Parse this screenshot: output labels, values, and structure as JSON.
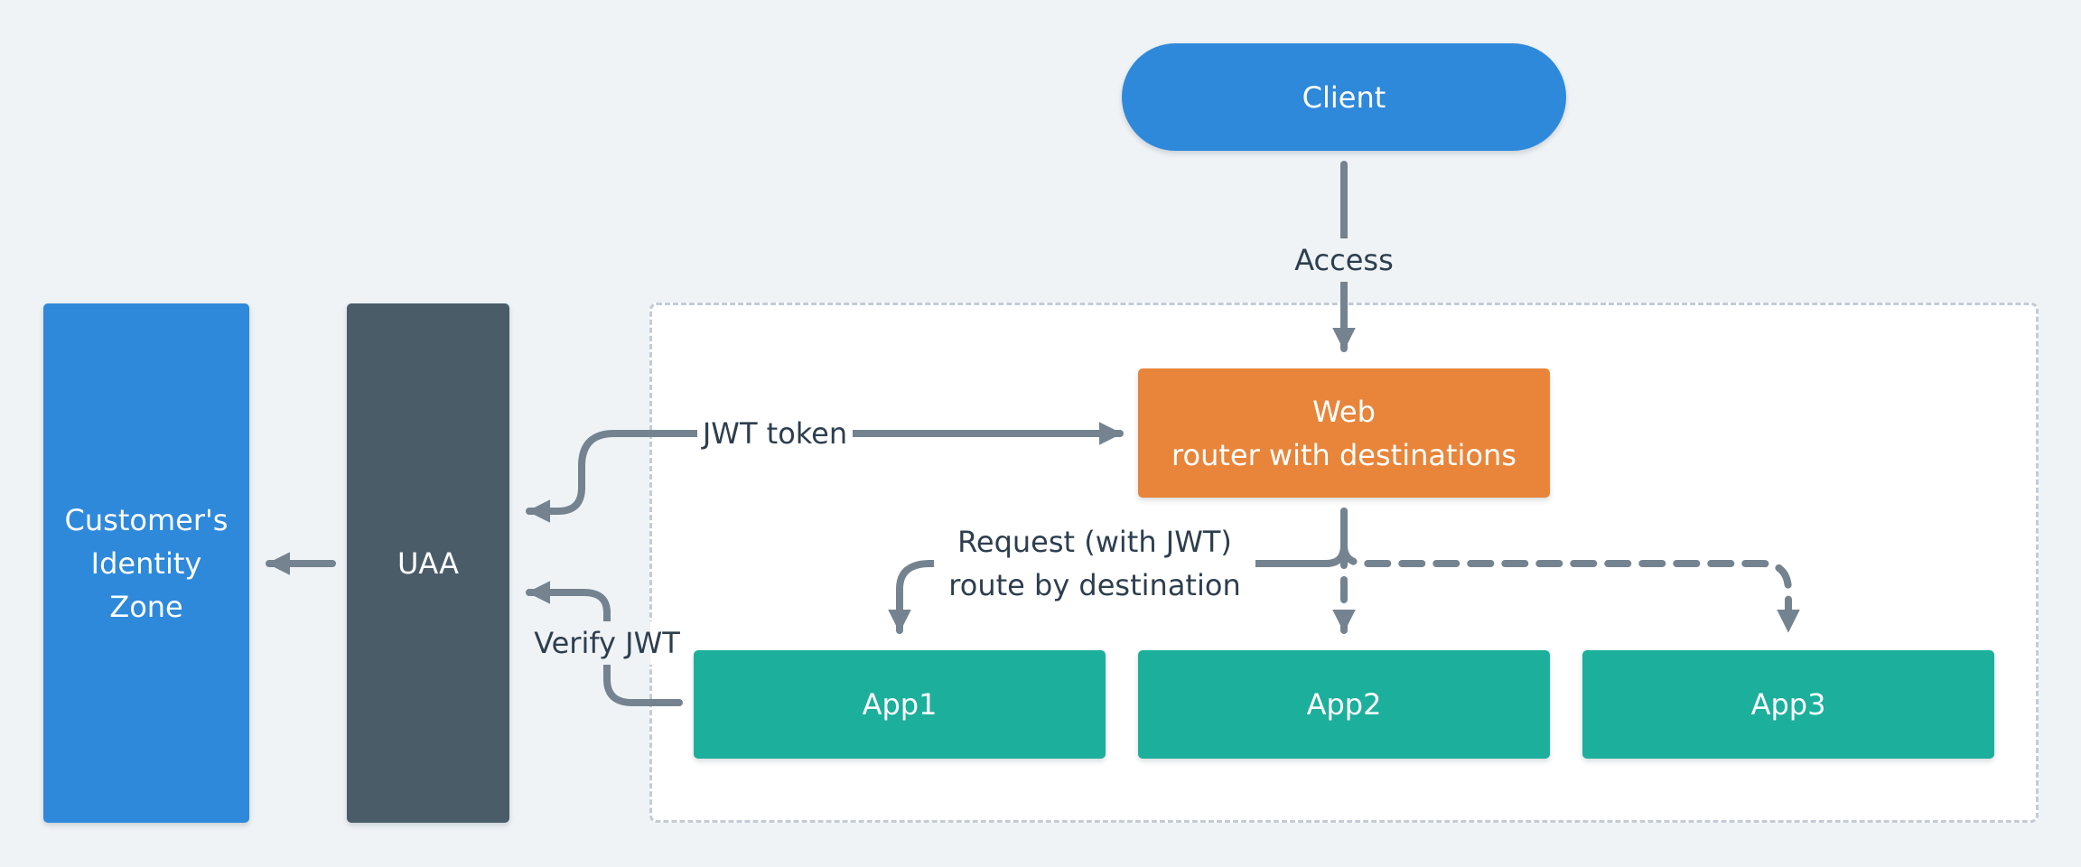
{
  "nodes": {
    "client": "Client",
    "web": "Web\nrouter with destinations",
    "app1": "App1",
    "app2": "App2",
    "app3": "App3",
    "uaa": "UAA",
    "customer_identity_zone": "Customer's\nIdentity\nZone"
  },
  "edges": {
    "access": "Access",
    "jwt_token": "JWT token",
    "request": "Request (with JWT)\nroute by destination",
    "verify_jwt": "Verify JWT"
  },
  "colors": {
    "background": "#eff3f6",
    "client": "#2e89db",
    "web": "#e8853a",
    "app": "#1caf9c",
    "uaa": "#4b5c69",
    "customer_identity_zone": "#2e89db",
    "connector": "#74838f",
    "container_border": "#c3ccd4"
  }
}
